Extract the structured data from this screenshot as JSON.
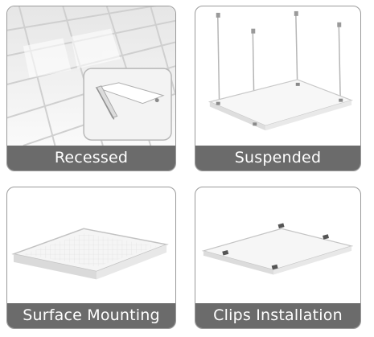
{
  "cards": [
    {
      "label": "Recessed"
    },
    {
      "label": "Suspended"
    },
    {
      "label": "Surface Mounting"
    },
    {
      "label": "Clips Installation"
    }
  ]
}
